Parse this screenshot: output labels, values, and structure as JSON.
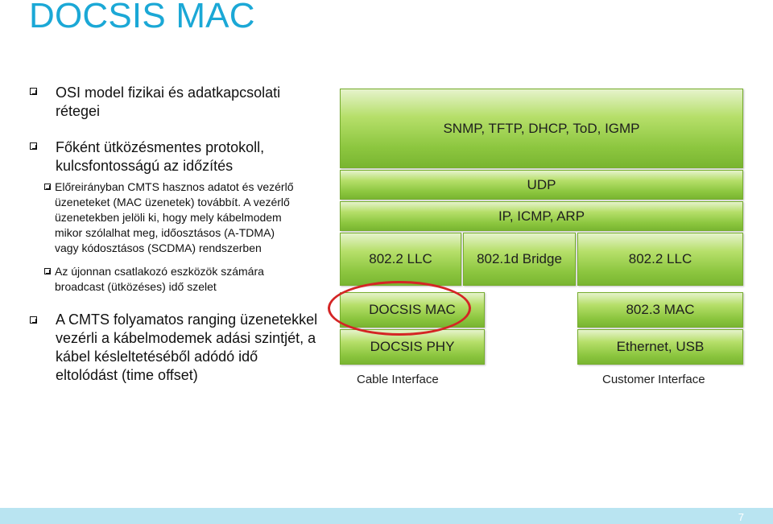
{
  "slide": {
    "title": "DOCSIS MAC",
    "page_number": "7"
  },
  "bullets": {
    "b1": [
      "OSI model fizikai és adatkapcsolati",
      "rétegei"
    ],
    "b2": [
      "Főként ütközésmentes protokoll,",
      "kulcsfontosságú az időzítés"
    ],
    "b3": [
      "Előreirányban CMTS hasznos adatot és vezérlő",
      "üzeneteket (MAC üzenetek) továbbít. A vezérlő",
      "üzenetekben jelöli ki, hogy mely kábelmodem",
      "mikor szólalhat meg, időosztásos (A-TDMA)",
      "vagy kódosztásos (SCDMA) rendszerben"
    ],
    "b4": [
      "Az újonnan csatlakozó eszközök számára",
      "broadcast (ütközéses) idő szelet"
    ],
    "b5": [
      "A CMTS folyamatos ranging üzenetekkel",
      "vezérli a kábelmodemek adási szintjét, a",
      "kábel késleltetéséből adódó idő",
      "eltolódást (time offset)"
    ]
  },
  "diagram": {
    "app_protocols": "SNMP, TFTP, DHCP, ToD, IGMP",
    "udp": "UDP",
    "ip": "IP, ICMP, ARP",
    "llc_left": "802.2 LLC",
    "bridge": "802.1d Bridge",
    "llc_right": "802.2 LLC",
    "docsis_mac": "DOCSIS MAC",
    "docsis_phy": "DOCSIS PHY",
    "mac_8023": "802.3 MAC",
    "ethernet_usb": "Ethernet, USB",
    "cable_interface": "Cable Interface",
    "customer_interface": "Customer Interface"
  },
  "colors": {
    "title": "#1ba8d6",
    "box_green": "#8cc63f",
    "highlight": "#d42525",
    "footer": "#b9e4f1"
  }
}
